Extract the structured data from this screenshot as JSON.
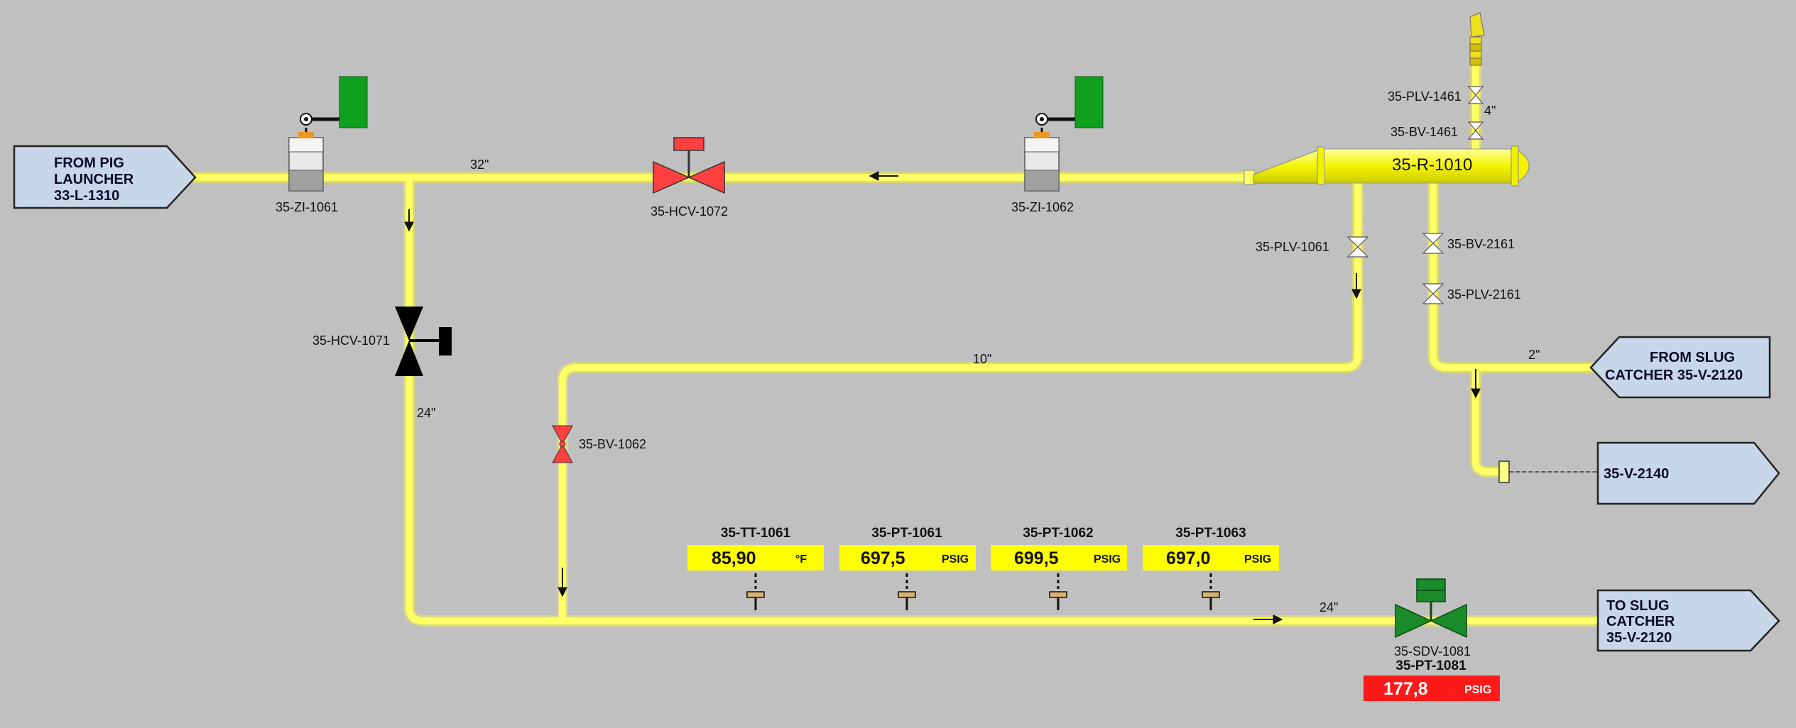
{
  "boxes": {
    "pig_launcher": [
      "FROM PIG",
      "LAUNCHER",
      "33-L-1310"
    ],
    "from_slug": [
      "FROM SLUG",
      "CATCHER 35-V-2120"
    ],
    "v2140": [
      "35-V-2140"
    ],
    "to_slug": [
      "TO SLUG",
      "CATCHER",
      "35-V-2120"
    ]
  },
  "vessel": {
    "tag": "35-R-1010"
  },
  "valves": {
    "zi_1061": "35-ZI-1061",
    "zi_1062": "35-ZI-1062",
    "hcv_1072": "35-HCV-1072",
    "hcv_1071": "35-HCV-1071",
    "bv_1062": "35-BV-1062",
    "plv_1061": "35-PLV-1061",
    "bv_2161": "35-BV-2161",
    "plv_2161": "35-PLV-2161",
    "plv_1461": "35-PLV-1461",
    "bv_1461": "35-BV-1461",
    "sdv_1081": "35-SDV-1081"
  },
  "pipe_sizes": {
    "main_top": "32\"",
    "branch_10": "10\"",
    "vertical_24": "24\"",
    "bottom_24": "24\"",
    "slug_2": "2\"",
    "vent_4": "4\""
  },
  "instruments": [
    {
      "tag": "35-TT-1061",
      "value": "85,90",
      "unit": "°F",
      "color": "#ffff00"
    },
    {
      "tag": "35-PT-1061",
      "value": "697,5",
      "unit": "PSIG",
      "color": "#ffff00"
    },
    {
      "tag": "35-PT-1062",
      "value": "699,5",
      "unit": "PSIG",
      "color": "#ffff00"
    },
    {
      "tag": "35-PT-1063",
      "value": "697,0",
      "unit": "PSIG",
      "color": "#ffff00"
    }
  ],
  "pt_1081": {
    "tag": "35-PT-1081",
    "value": "177,8",
    "unit": "PSIG",
    "color": "#ff1a1a"
  },
  "colors": {
    "pipe": "#ffff66",
    "valve_open": "#ff4040",
    "valve_closed": "#000000",
    "valve_green": "#1a8a2a",
    "indicator_green": "#10a020",
    "box_fill": "#c8d6ea"
  }
}
